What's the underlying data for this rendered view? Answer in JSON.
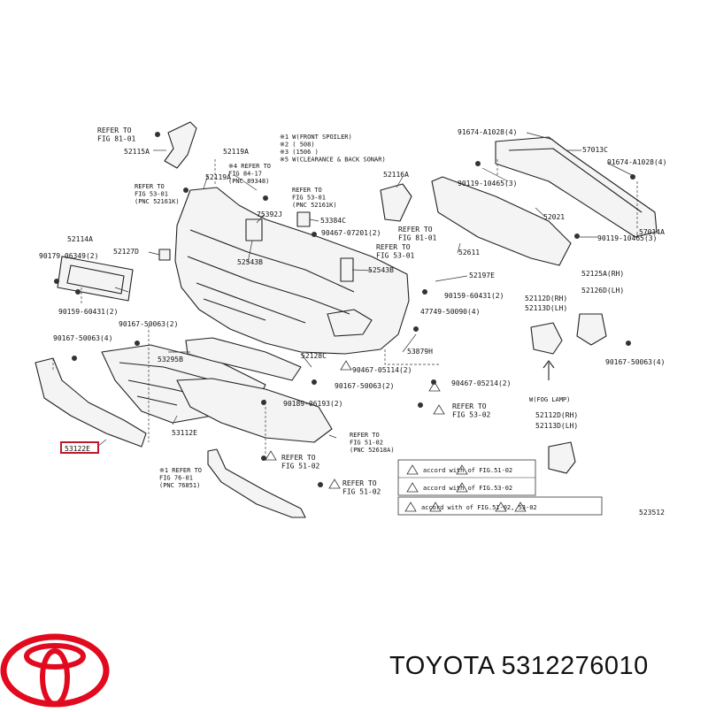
{
  "labels": {
    "refer_fig_81_01_top": "REFER TO\nFIG 81-01",
    "p52115A": "52115A",
    "p52119A_top": "52119A",
    "p52119A_mid": "52119A",
    "notes": "※1 W(FRONT SPOILER)\n※2 (       508)\n※3 (1506        )\n※5 W(CLEARANCE & BACK SONAR)",
    "refer_fig_84_17": "※4 REFER TO\nFIG 84-17\n(PNC 89348)",
    "refer_fig_53_01_left": "REFER TO\nFIG 53-01\n(PNC 52161K)",
    "refer_fig_53_01_mid": "REFER TO\nFIG 53-01\n(PNC 52161K)",
    "p75392J": "75392J",
    "p53384C": "53384C",
    "p52116A": "52116A",
    "p90467_07201": "90467-07201(2)",
    "refer_fig_81_01_right": "REFER TO\nFIG 81-01",
    "refer_fig_53_01_r": "REFER TO\nFIG 53-01",
    "p91674_top": "91674-A1028(4)",
    "p57013C": "57013C",
    "p91674_right": "91674-A1028(4)",
    "p90119": "90119-10465(3)",
    "p52021": "52021",
    "p90119_b": "90119-10465(3)",
    "p57014A": "57014A",
    "p52114A": "52114A",
    "p90179": "90179-06349(2)",
    "p52127D": "52127D",
    "p52543B_a": "52543B",
    "p52543B_b": "52543B",
    "p52611": "52611",
    "p52197E": "52197E",
    "p90159_r": "90159-60431(2)",
    "p52125A": "52125A(RH)",
    "p52126D": "52126D(LH)",
    "p90159_l": "90159-60431(2)",
    "p90167_50063_a": "90167-50063(2)",
    "p47749": "47749-50090(4)",
    "p52112D_a": "52112D(RH)",
    "p52113D_a": "52113D(LH)",
    "p90167_50063_b": "90167-50063(4)",
    "p53295B": "53295B",
    "p52128C": "52128C",
    "p53879H": "53879H",
    "p90167_50063_r": "90167-50063(4)",
    "p90467_05114": "90467-05114(2)",
    "p90167_50063_c": "90167-50063(2)",
    "p90467_05214": "90467-05214(2)",
    "p90189": "90189-06193(2)",
    "refer_fig_53_02": "REFER TO\nFIG 53-02",
    "fog_lamp": "W(FOG LAMP)",
    "p52112D_b": "52112D(RH)",
    "p52113D_b": "52113D(LH)",
    "p53112E": "53112E",
    "p53122E": "53122E",
    "refer_fig_51_02_a": "REFER TO\nFIG 51-02\n(PNC 52618A)",
    "refer_fig_76_01": "※1 REFER TO\nFIG 76-01\n(PNC 76851)",
    "refer_fig_51_02_b": "REFER TO\nFIG 51-02",
    "refer_fig_51_02_c": "REFER TO\nFIG 51-02",
    "legend_row1": "accord with         of FIG.51-02",
    "legend_row2": "accord with         of FIG.53-02",
    "legend_row3": "accord with              of FIG.51-02, 53-02",
    "diagram_id": "523512"
  },
  "brand": {
    "name": "TOYOTA 5312276010",
    "logo_color": "#e10a1e"
  },
  "colors": {
    "highlight": "#c0182a",
    "line": "#222222"
  }
}
